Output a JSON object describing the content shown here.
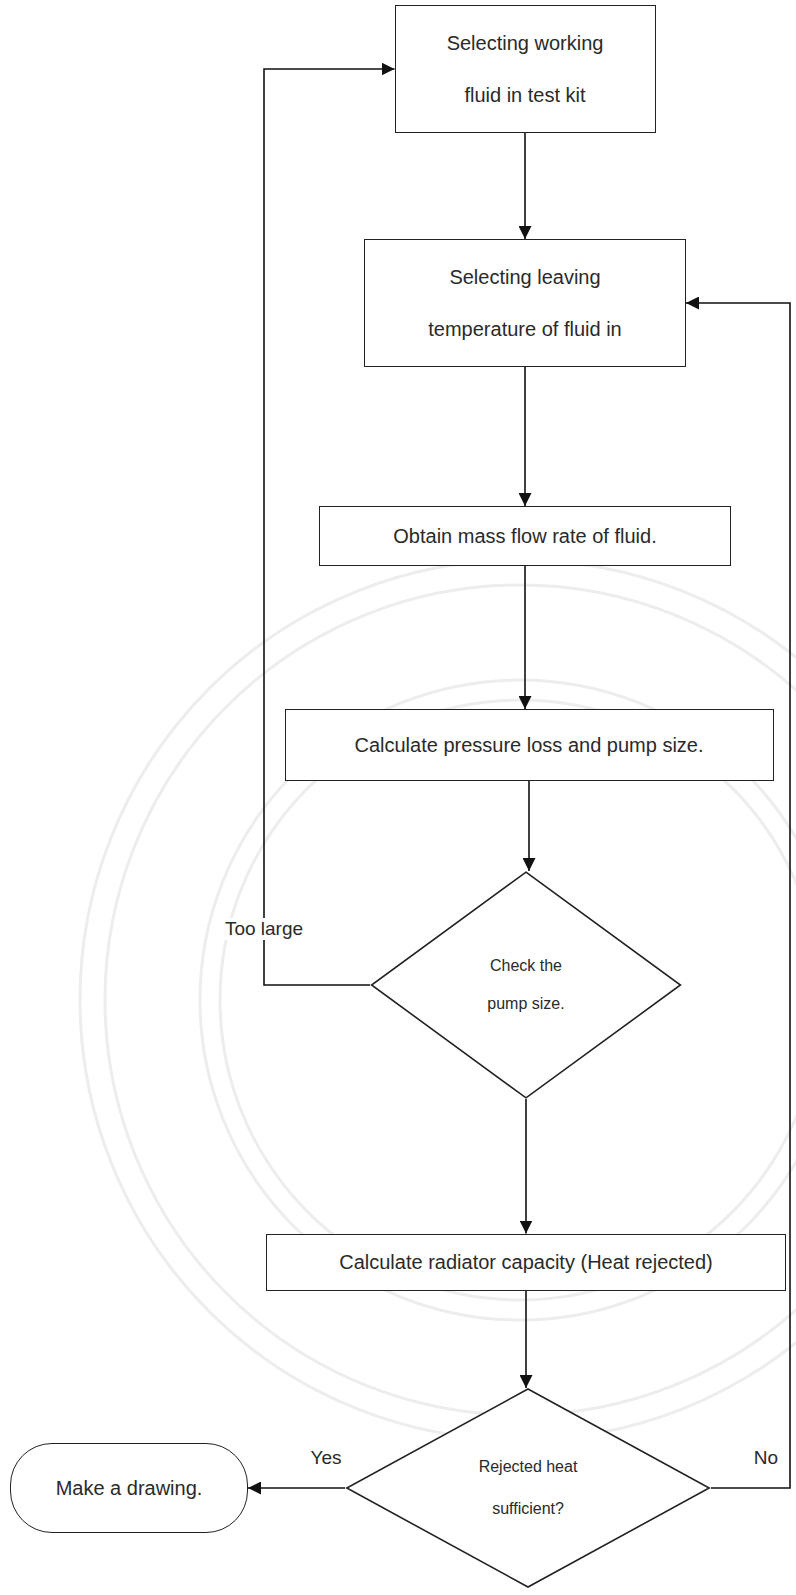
{
  "diagram": {
    "nodes": [
      {
        "text": [
          "Selecting working fluid in test kit"
        ]
      },
      {
        "text": [
          "Selecting leaving temperature of fluid in"
        ]
      },
      {
        "text": [
          "Obtain mass flow rate of fluid."
        ]
      },
      {
        "text": [
          "Calculate pressure loss and pump size."
        ]
      },
      {
        "text": [
          "Check the pump size."
        ]
      },
      {
        "text": [
          "Calculate radiator capacity (Heat rejected)"
        ]
      },
      {
        "text": [
          "Rejected heat sufficient?"
        ]
      },
      {
        "text": [
          "Make a drawing."
        ]
      }
    ],
    "edges": [
      {
        "from": 0,
        "to": 1,
        "arrow": "to"
      },
      {
        "from": 1,
        "to": 2,
        "arrow": "to"
      },
      {
        "from": 2,
        "to": 3,
        "arrow": "to"
      },
      {
        "from": 3,
        "to": 4,
        "arrow": "to"
      },
      {
        "from": 4,
        "to": 5,
        "arrow": "to"
      },
      {
        "from": 5,
        "to": 6,
        "arrow": "to"
      },
      {
        "from": 6,
        "to": 7,
        "label": "Yes",
        "arrow": "to"
      },
      {
        "from": 4,
        "to": 0,
        "label": "Too large",
        "arrow": "to"
      },
      {
        "from": 6,
        "to": 1,
        "label": "No",
        "arrow": "to"
      }
    ]
  }
}
